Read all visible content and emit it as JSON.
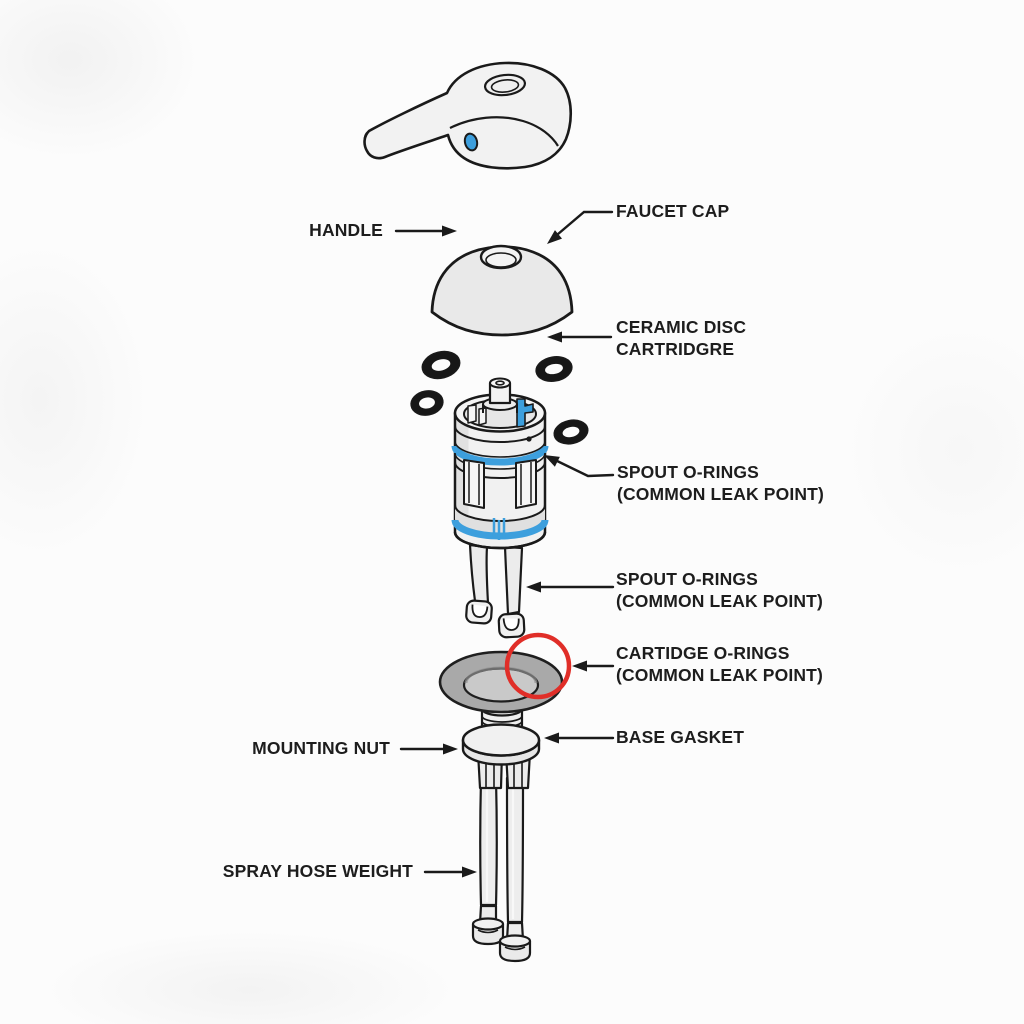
{
  "diagram": {
    "type": "exploded-parts-diagram",
    "subject": "single-handle faucet",
    "labels": {
      "handle": {
        "text": "HANDLE"
      },
      "faucet_cap": {
        "text": "FAUCET CAP"
      },
      "ceramic_disc_cartridge": {
        "line1": "CERAMIC DISC",
        "line2": "CARTRIDGRE"
      },
      "spout_orings_upper": {
        "line1": "SPOUT O-RINGS",
        "line2": "(COMMON LEAK POINT)"
      },
      "spout_orings_lower": {
        "line1": "SPOUT O-RINGS",
        "line2": "(COMMON LEAK POINT)"
      },
      "cartridge_orings": {
        "line1": "CARTIDGE O-RINGS",
        "line2": "(COMMON LEAK POINT)"
      },
      "base_gasket": {
        "text": "BASE GASKET"
      },
      "mounting_nut": {
        "text": "MOUNTING NUT"
      },
      "spray_hose_weight": {
        "text": "SPRAY HOSE WEIGHT"
      }
    },
    "parts": [
      "handle-lever",
      "faucet-cap-dome",
      "o-ring-1",
      "o-ring-2",
      "o-ring-3",
      "o-ring-4",
      "ceramic-disc-cartridge",
      "cartridge-legs",
      "gasket-ring",
      "red-highlight-circle",
      "threaded-shank",
      "mounting-flange",
      "supply-tube-left",
      "supply-tube-right"
    ],
    "colors": {
      "outline": "#1a1a1a",
      "label_text": "#1d1d1d",
      "metal_light": "#f1f1f1",
      "metal_mid": "#e0e0e0",
      "dome_fill": "#e9e9e9",
      "accent_blue": "#3d9fdd",
      "oring_black": "#171717",
      "gasket_gray": "#a9a9a9",
      "gasket_hole_gray": "#c9c9c9",
      "highlight_red": "#e02e28",
      "background": "#fcfcfc"
    }
  }
}
